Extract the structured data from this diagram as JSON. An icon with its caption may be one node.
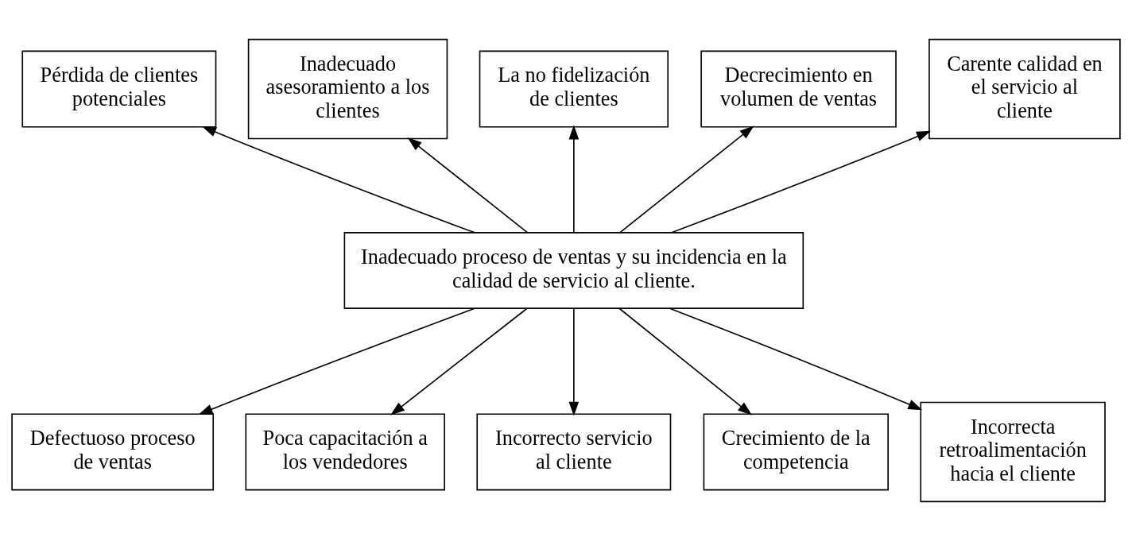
{
  "diagram": {
    "nodes": [
      {
        "text": [
          "Pérdida de clientes potenciales"
        ]
      },
      {
        "text": [
          "Inadecuado asesoramiento a los clientes"
        ]
      },
      {
        "text": [
          "La no fidelización de clientes"
        ]
      },
      {
        "text": [
          "Decrecimiento en volumen de ventas"
        ]
      },
      {
        "text": [
          "Carente calidad en el servicio al cliente"
        ]
      },
      {
        "text": [
          "Inadecuado proceso de ventas y su incidencia en la calidad de servicio al cliente."
        ]
      },
      {
        "text": [
          "Defectuoso proceso de ventas"
        ]
      },
      {
        "text": [
          "Poca capacitación a los vendedores"
        ]
      },
      {
        "text": [
          "Incorrecto servicio al cliente"
        ]
      },
      {
        "text": [
          "Crecimiento de la competencia"
        ]
      },
      {
        "text": [
          "Incorrecta retroalimentación hacia el cliente"
        ]
      }
    ],
    "edges": [
      {
        "from": 5,
        "to": 0,
        "arrow": "to"
      },
      {
        "from": 5,
        "to": 1,
        "arrow": "to"
      },
      {
        "from": 5,
        "to": 2,
        "arrow": "to"
      },
      {
        "from": 5,
        "to": 3,
        "arrow": "to"
      },
      {
        "from": 5,
        "to": 4,
        "arrow": "to"
      },
      {
        "from": 5,
        "to": 6,
        "arrow": "to"
      },
      {
        "from": 5,
        "to": 7,
        "arrow": "to"
      },
      {
        "from": 5,
        "to": 8,
        "arrow": "to"
      },
      {
        "from": 5,
        "to": 9,
        "arrow": "to"
      },
      {
        "from": 5,
        "to": 10,
        "arrow": "to"
      }
    ]
  }
}
